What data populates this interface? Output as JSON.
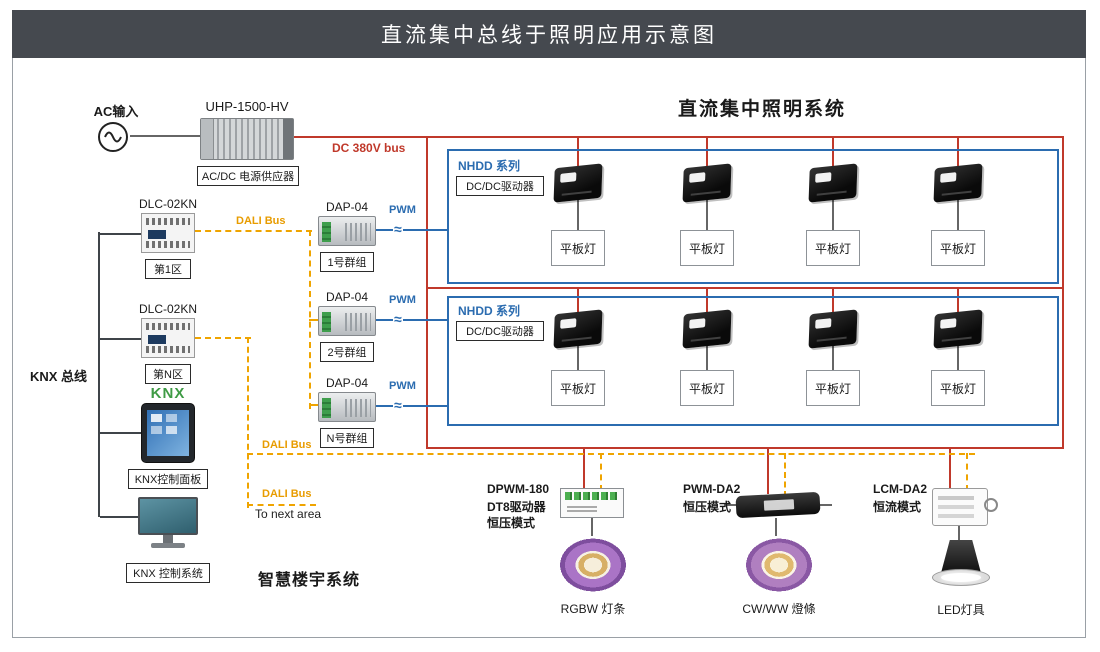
{
  "title": "直流集中总线于照明应用示意图",
  "header": {
    "system_title": "直流集中照明系统"
  },
  "power": {
    "ac_input_label": "AC输入",
    "psu_model": "UHP-1500-HV",
    "psu_type_label": "AC/DC 电源供应器",
    "dc_bus_label": "DC 380V bus"
  },
  "knx": {
    "bus_label": "KNX 总线",
    "controllers": [
      {
        "model": "DLC-02KN",
        "zone": "第1区"
      },
      {
        "model": "DLC-02KN",
        "zone": "第N区"
      }
    ],
    "logo": "KNX",
    "panel_label": "KNX控制面板",
    "system_label": "KNX 控制系统"
  },
  "dali": {
    "bus_label_1": "DALI Bus",
    "bus_label_2": "DALI Bus",
    "bus_label_3": "DALI Bus",
    "to_next_area": "To next area"
  },
  "dap": {
    "signal_label": "PWM",
    "groups": [
      {
        "model": "DAP-04",
        "group": "1号群组"
      },
      {
        "model": "DAP-04",
        "group": "2号群组"
      },
      {
        "model": "DAP-04",
        "group": "N号群组"
      }
    ]
  },
  "nhdd": {
    "sections": [
      {
        "series_label": "NHDD 系列",
        "driver_label": "DC/DC驱动器",
        "lights": [
          "平板灯",
          "平板灯",
          "平板灯",
          "平板灯"
        ]
      },
      {
        "series_label": "NHDD 系列",
        "driver_label": "DC/DC驱动器",
        "lights": [
          "平板灯",
          "平板灯",
          "平板灯",
          "平板灯"
        ]
      }
    ]
  },
  "bottom": {
    "smart_building_label": "智慧楼宇系统",
    "drivers": [
      {
        "lines": [
          "DPWM-180",
          "DT8驱动器",
          "恒压模式"
        ],
        "load": "RGBW 灯条"
      },
      {
        "lines": [
          "PWM-DA2",
          "恒压模式"
        ],
        "load": "CW/WW 燈條"
      },
      {
        "lines": [
          "LCM-DA2",
          "恒流模式"
        ],
        "load": "LED灯具"
      }
    ]
  },
  "colors": {
    "dc_bus": "#c0392b",
    "pwm": "#2b6cb0",
    "dali": "#efa400",
    "knx_line": "#3f4449",
    "title_bg": "#45494f"
  }
}
